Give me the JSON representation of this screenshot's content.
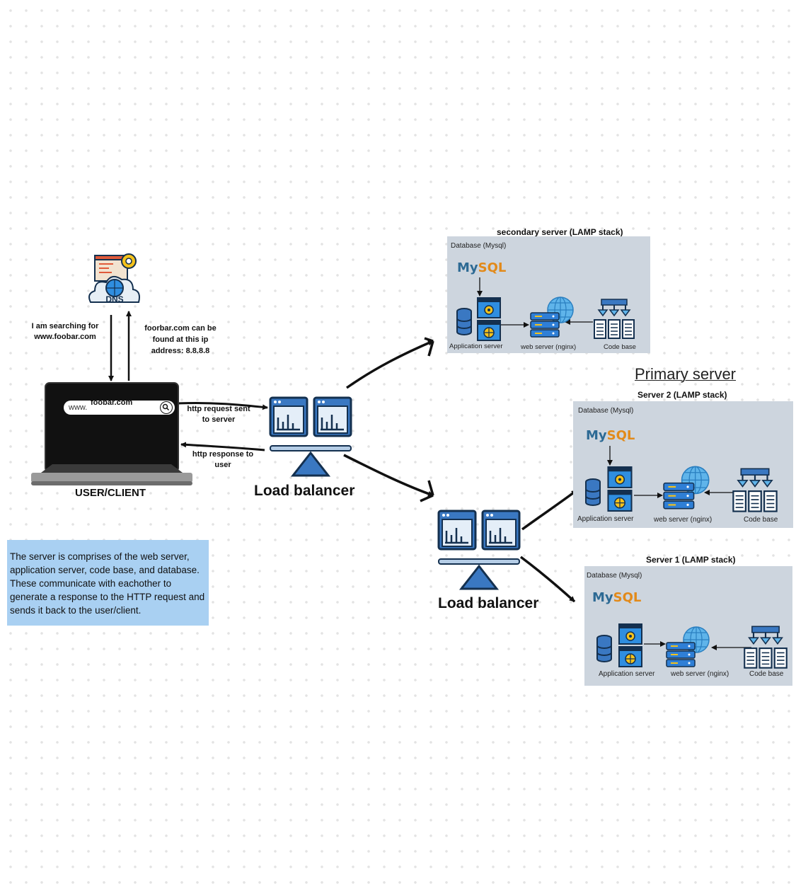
{
  "dns": {
    "label": "DNS",
    "query_text": "I am searching for www.foobar.com",
    "response_text": "foorbar.com can be found at this ip address: 8.8.8.8"
  },
  "client": {
    "url_prefix": "www.",
    "url_domain": "foobar.com",
    "label": "USER/CLIENT",
    "request_text": "http request sent to server",
    "response_text": "http response to user"
  },
  "load_balancer_1": {
    "label": "Load balancer"
  },
  "load_balancer_2": {
    "label": "Load balancer"
  },
  "secondary": {
    "title": "secondary server (LAMP stack)",
    "database_label": "Database (Mysql)",
    "app_label": "Application server",
    "web_label": "web server (nginx)",
    "code_label": "Code base"
  },
  "primary_heading": "Primary server",
  "server2": {
    "title": "Server 2 (LAMP stack)",
    "database_label": "Database (Mysql)",
    "app_label": "Application server",
    "web_label": "web server (nginx)",
    "code_label": "Code base"
  },
  "server1": {
    "title": "Server 1 (LAMP stack)",
    "database_label": "Database (Mysql)",
    "app_label": "Application server",
    "web_label": "web server (nginx)",
    "code_label": "Code base"
  },
  "mysql_logo": {
    "my": "My",
    "sql": "SQL"
  },
  "note": "The  server is comprises of the web server, application server, code base, and database. These communicate with eachother to generate a response to the HTTP request and sends it back to the user/client.",
  "colors": {
    "panel_bg": "#cdd5de",
    "note_bg": "#a9d0f2",
    "icon_blue": "#3a78c2",
    "icon_dark": "#14304f",
    "mysql_blue": "#2d6a94",
    "mysql_orange": "#e28a1a"
  }
}
